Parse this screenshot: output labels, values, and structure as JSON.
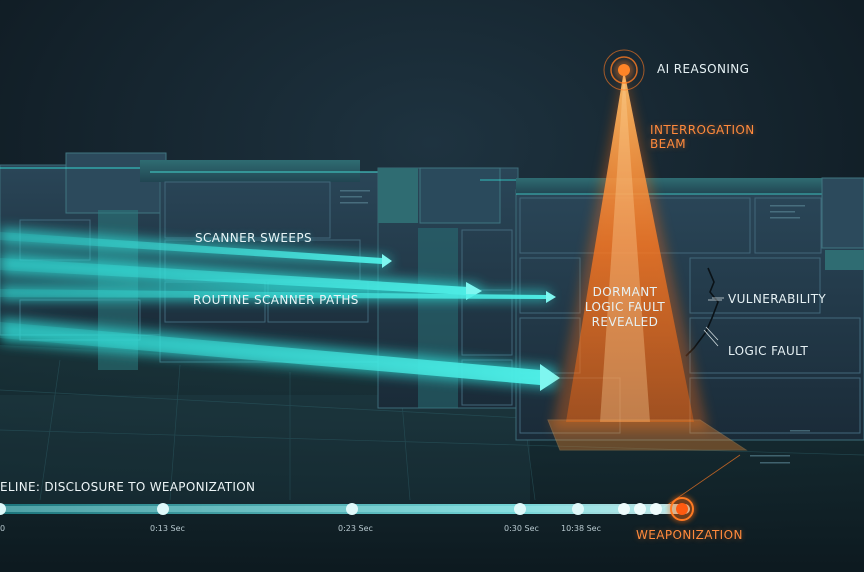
{
  "labels": {
    "ai_reasoning": "AI REASONING",
    "interrogation_beam_line1": "INTERROGATION",
    "interrogation_beam_line2": "BEAM",
    "scanner_sweeps": "SCANNER SWEEPS",
    "routine_scanner_paths": "ROUTINE SCANNER PATHS",
    "dormant_line1": "DORMANT",
    "dormant_line2": "LOGIC FAULT",
    "dormant_line3": "REVEALED",
    "vulnerability": "VULNERABILITY",
    "logic_fault": "LOGIC FAULT"
  },
  "timeline": {
    "title": "ELINE: DISCLOSURE TO WEAPONIZATION",
    "ticks": [
      "0:13 Sec",
      "0:23 Sec",
      "0:30 Sec",
      "10:38 Sec"
    ],
    "end_label": "WEAPONIZATION"
  },
  "colors": {
    "background": "#0f1a22",
    "wall": "#23394a",
    "teal_glow": "#35e3dc",
    "beam_orange": "#ff7a22",
    "label_orange": "#ff8a3c"
  }
}
